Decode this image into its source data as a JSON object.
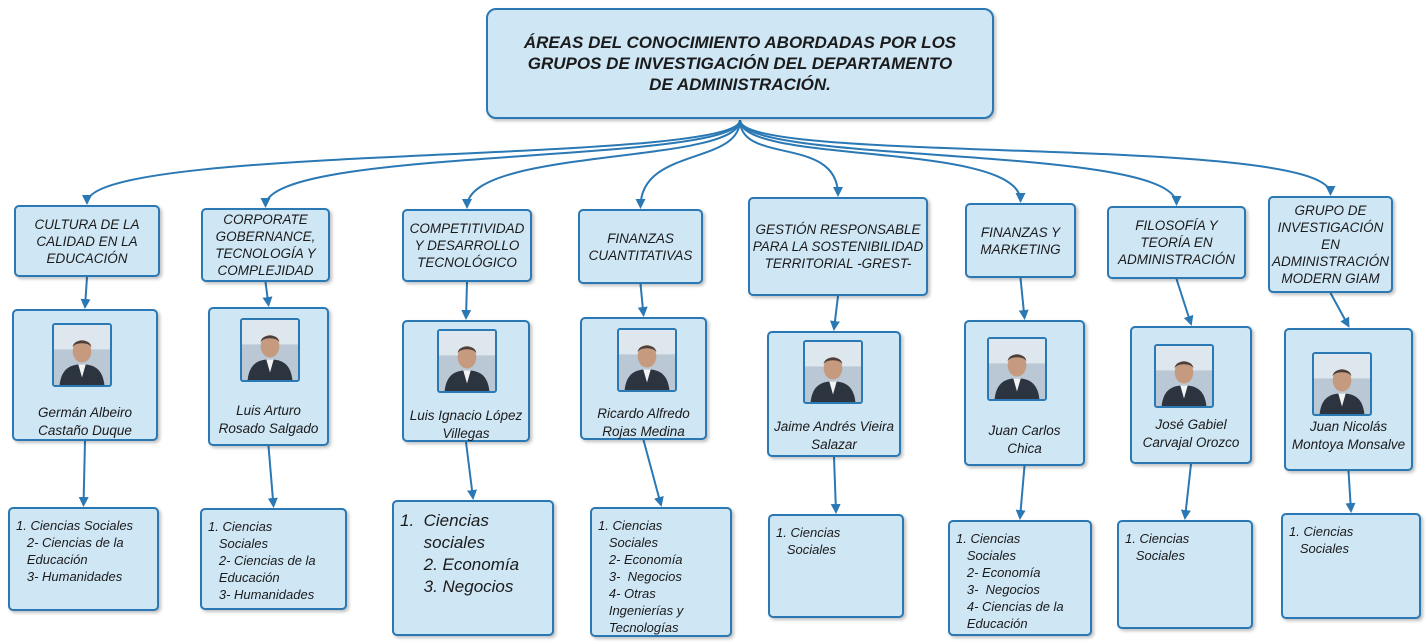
{
  "title": "ÁREAS DEL CONOCIMIENTO ABORDADAS POR LOS GRUPOS DE INVESTIGACIÓN DEL DEPARTAMENTO DE ADMINISTRACIÓN.",
  "groups": [
    {
      "name": "CULTURA DE LA CALIDAD EN LA EDUCACIÓN",
      "leader": "Germán Albeiro Castaño Duque",
      "areas": [
        "1. Ciencias Sociales",
        "   2- Ciencias de la",
        "   Educación",
        "   3- Humanidades"
      ]
    },
    {
      "name": "CORPORATE GOBERNANCE, TECNOLOGÍA Y COMPLEJIDAD",
      "leader": "Luis Arturo Rosado Salgado",
      "areas": [
        "1. Ciencias",
        "   Sociales",
        "   2- Ciencias de la",
        "   Educación",
        "   3- Humanidades"
      ]
    },
    {
      "name": "COMPETITIVIDAD Y DESARROLLO TECNOLÓGICO",
      "leader": "Luis Ignacio López Villegas",
      "areas": [
        "1.  Ciencias",
        "     sociales",
        "     2. Economía",
        "     3. Negocios"
      ]
    },
    {
      "name": "FINANZAS CUANTITATIVAS",
      "leader": "Ricardo Alfredo Rojas Medina",
      "areas": [
        "1. Ciencias",
        "   Sociales",
        "   2- Economía",
        "   3-  Negocios",
        "   4- Otras",
        "   Ingenierías y",
        "   Tecnologías"
      ]
    },
    {
      "name": "GESTIÓN RESPONSABLE PARA LA SOSTENIBILIDAD TERRITORIAL -GREST-",
      "leader": "Jaime Andrés Vieira Salazar",
      "areas": [
        "1. Ciencias",
        "   Sociales"
      ]
    },
    {
      "name": "FINANZAS Y MARKETING",
      "leader": "Juan Carlos Chica",
      "areas": [
        "1. Ciencias",
        "   Sociales",
        "   2- Economía",
        "   3-  Negocios",
        "   4- Ciencias de la",
        "   Educación"
      ]
    },
    {
      "name": "FILOSOFÍA Y TEORÍA EN ADMINISTRACIÓN",
      "leader": "José Gabiel Carvajal Orozco",
      "areas": [
        "1. Ciencias",
        "   Sociales"
      ]
    },
    {
      "name": "GRUPO DE INVESTIGACIÓN EN ADMINISTRACIÓN MODERN GIAM",
      "leader": "Juan Nicolás Montoya Monsalve",
      "areas": [
        "1. Ciencias",
        "   Sociales"
      ]
    }
  ],
  "colors": {
    "box_fill": "#cfe6f5",
    "box_border": "#2a78b4",
    "connector": "#2a78b4"
  },
  "icons": {
    "photo": "person-photo-icon"
  }
}
